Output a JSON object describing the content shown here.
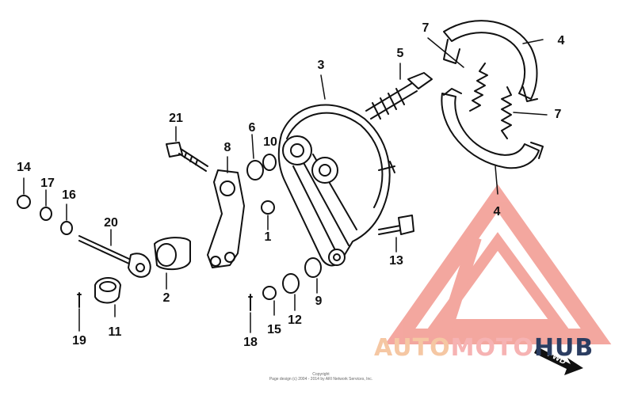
{
  "callouts": [
    {
      "id": "c1",
      "text": "1"
    },
    {
      "id": "c2",
      "text": "2"
    },
    {
      "id": "c3",
      "text": "3"
    },
    {
      "id": "c4a",
      "text": "4"
    },
    {
      "id": "c4b",
      "text": "4"
    },
    {
      "id": "c5",
      "text": "5"
    },
    {
      "id": "c6",
      "text": "6"
    },
    {
      "id": "c7a",
      "text": "7"
    },
    {
      "id": "c7b",
      "text": "7"
    },
    {
      "id": "c8",
      "text": "8"
    },
    {
      "id": "c9",
      "text": "9"
    },
    {
      "id": "c10",
      "text": "10"
    },
    {
      "id": "c11",
      "text": "11"
    },
    {
      "id": "c12",
      "text": "12"
    },
    {
      "id": "c13",
      "text": "13"
    },
    {
      "id": "c14",
      "text": "14"
    },
    {
      "id": "c15",
      "text": "15"
    },
    {
      "id": "c16",
      "text": "16"
    },
    {
      "id": "c17",
      "text": "17"
    },
    {
      "id": "c18",
      "text": "18"
    },
    {
      "id": "c19",
      "text": "19"
    },
    {
      "id": "c20",
      "text": "20"
    },
    {
      "id": "c21",
      "text": "21"
    }
  ],
  "fwd_label": "FWD",
  "copyright": {
    "line1": "Copyright",
    "line2": "Page design (c) 2004 - 2014 by ARI Network Services, Inc."
  },
  "watermark": {
    "part1": "AUTO",
    "part2": "MOTO",
    "part3": "HUB",
    "colors": {
      "auto": "#f5c7a3",
      "moto": "#f6b3b3",
      "hub": "#2b3d61",
      "logo": "#f08a80"
    }
  }
}
